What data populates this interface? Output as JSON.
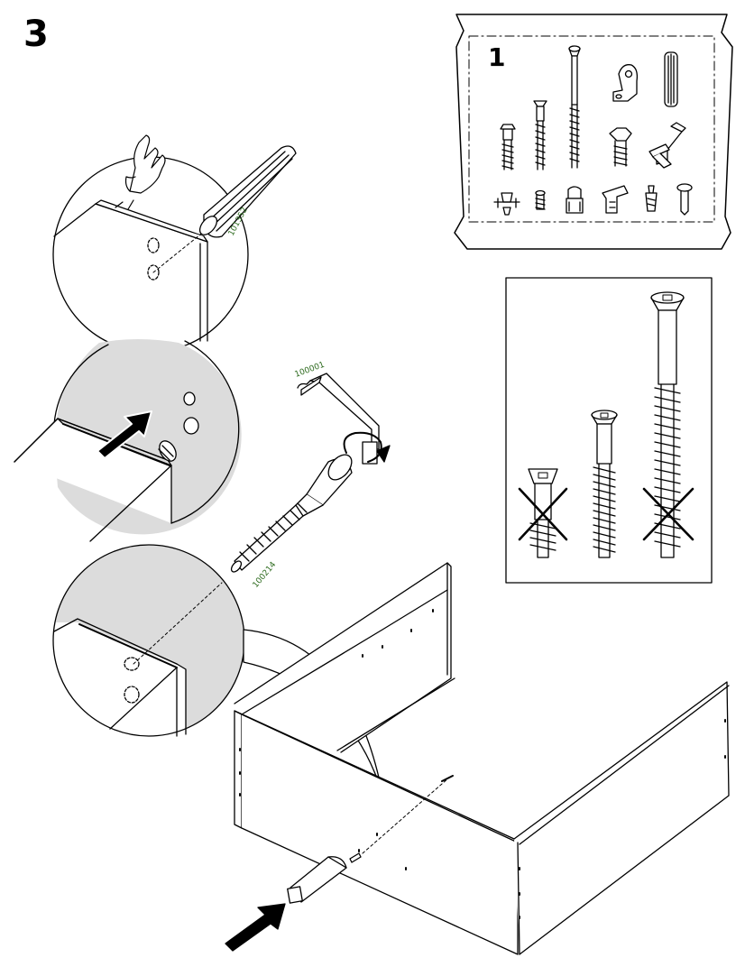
{
  "step_number": "3",
  "hardware_bag": {
    "number": "1"
  },
  "part_codes": {
    "dowel": "101352",
    "allen_key": "100001",
    "cam_screw": "100214"
  },
  "colors": {
    "line": "#000000",
    "shaded": "#dcdcdc",
    "part_code": "#2e6b1f"
  },
  "icons": {
    "hand": "hand-pressing-icon",
    "arrow": "push-arrow-icon",
    "rotate": "rotate-arrow-icon",
    "cross": "cross-out-icon"
  }
}
